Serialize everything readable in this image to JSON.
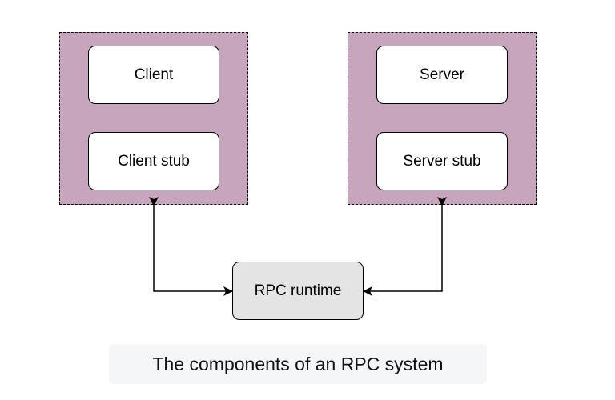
{
  "diagram": {
    "client_group": {
      "client_label": "Client",
      "client_stub_label": "Client stub"
    },
    "server_group": {
      "server_label": "Server",
      "server_stub_label": "Server stub"
    },
    "runtime_label": "RPC runtime",
    "caption": "The components of an RPC system",
    "colors": {
      "group_fill": "#c6a5bd",
      "runtime_fill": "#e4e4e4",
      "caption_fill": "#f5f6f8"
    }
  }
}
